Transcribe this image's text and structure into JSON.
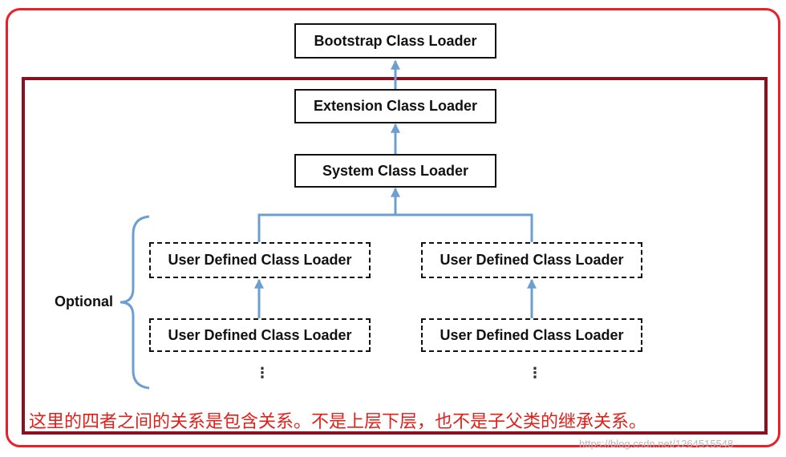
{
  "nodes": {
    "bootstrap": "Bootstrap Class Loader",
    "extension": "Extension Class Loader",
    "system": "System Class Loader",
    "user_left_top": "User Defined Class Loader",
    "user_left_bottom": "User Defined Class Loader",
    "user_right_top": "User Defined Class Loader",
    "user_right_bottom": "User Defined Class Loader"
  },
  "optional_label": "Optional",
  "ellipsis": "⋮",
  "caption": "这里的四者之间的关系是包含关系。不是上层下层，也不是子父类的继承关系。",
  "watermark": "https://blog.csdn.net/1264515548",
  "colors": {
    "outer_frame": "#e8202a",
    "inner_frame": "#8b1020",
    "arrow": "#6b9fd1",
    "caption": "#e0201a"
  }
}
